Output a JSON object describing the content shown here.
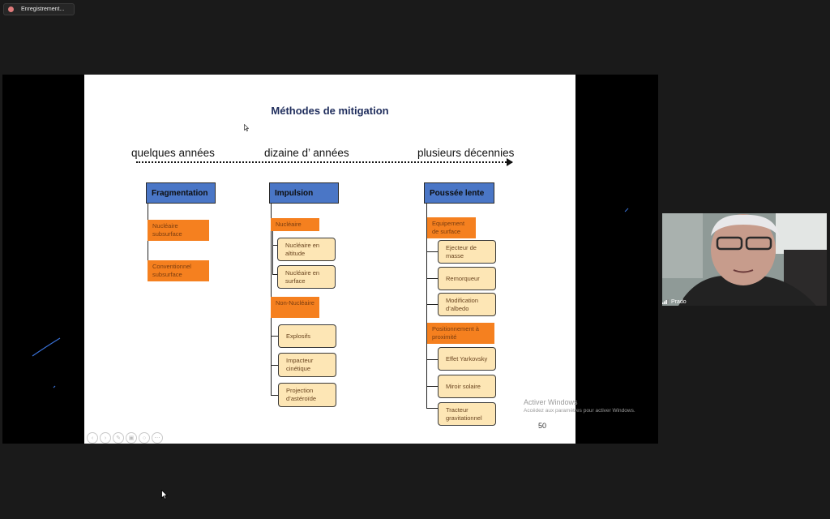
{
  "recording": {
    "label": "Enregistrement..."
  },
  "slide": {
    "title": "Méthodes de mitigation",
    "timeline": {
      "labels": [
        "quelques années",
        "dizaine d’ années",
        "plusieurs décennies"
      ]
    },
    "columns": [
      {
        "header": "Fragmentation",
        "groups": [
          {
            "label": "Nucléaire subsurface",
            "items": []
          },
          {
            "label": "Conventionnel subsurface",
            "items": []
          }
        ]
      },
      {
        "header": "Impulsion",
        "groups": [
          {
            "label": "Nucléaire",
            "items": [
              "Nucléaire en altitude",
              "Nucléaire en surface"
            ]
          },
          {
            "label": "Non-Nucléaire",
            "items": [
              "Explosifs",
              "Impacteur cinétique",
              "Projection d’astéroïde"
            ]
          }
        ]
      },
      {
        "header": "Poussée lente",
        "groups": [
          {
            "label": "Equipement de surface",
            "items": [
              "Ejecteur de masse",
              "Remorqueur",
              "Modification d’albedo"
            ]
          },
          {
            "label": "Positionnement à proximité",
            "items": [
              "Effet Yarkovsky",
              "Miroir solaire",
              "Tracteur gravitationnel"
            ]
          }
        ]
      }
    ],
    "page_number": "50"
  },
  "windows_notice": {
    "title": "Activer Windows",
    "subtitle": "Accédez aux paramètres pour activer Windows."
  },
  "participant": {
    "name": "Prado"
  },
  "colors": {
    "header_blue": "#4a76c6",
    "group_orange": "#f5801f",
    "leaf_cream": "#fde6b5",
    "title_navy": "#1f2d5c"
  }
}
